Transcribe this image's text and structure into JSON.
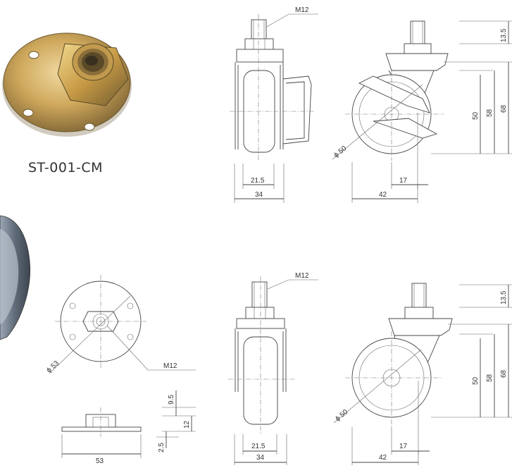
{
  "product": {
    "code": "ST-001-CM"
  },
  "thread_size": "M12",
  "top_row": {
    "front_view": {
      "thread": "M12",
      "inner_width": "21.5",
      "outer_width": "34"
    },
    "side_view": {
      "wheel_diameter": "ϕ 50",
      "offset": "17",
      "base_width": "42",
      "stem_height": "13.5",
      "wheel_height": "50",
      "axle_height": "58",
      "total_height": "68"
    }
  },
  "bottom_row": {
    "plate_top": {
      "plate_diameter": "ϕ 53",
      "thread": "M12"
    },
    "plate_section": {
      "width": "53",
      "dim_a": "9.5",
      "dim_b": "12",
      "dim_c": "2.5"
    },
    "front_view": {
      "thread": "M12",
      "inner_width": "21.5",
      "outer_width": "34"
    },
    "side_view": {
      "wheel_diameter": "ϕ 50",
      "offset": "17",
      "base_width": "42",
      "stem_height": "13.5",
      "wheel_height": "50",
      "axle_height": "58",
      "total_height": "68"
    }
  },
  "colors": {
    "metal_light": "#e2c27a",
    "metal_mid": "#b9934a",
    "metal_dark": "#6e5a30",
    "wheel_grey": "#6f7a86"
  }
}
